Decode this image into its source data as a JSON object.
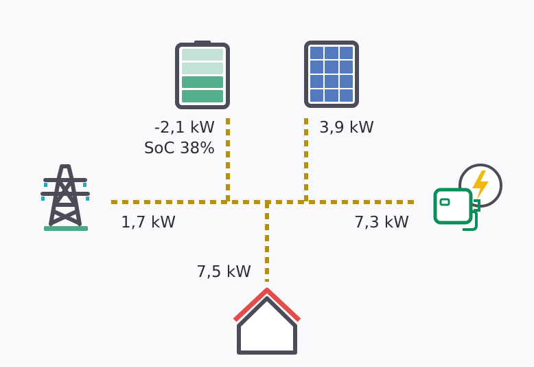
{
  "battery": {
    "power": "-2,1 kW",
    "soc": "SoC 38%",
    "soc_level": 0.38,
    "icon": "battery-icon"
  },
  "solar": {
    "power": "3,9 kW",
    "icon": "solar-panel-icon"
  },
  "grid": {
    "power": "1,7 kW",
    "icon": "power-tower-icon"
  },
  "ev_charger": {
    "power": "7,3 kW",
    "icon": "ev-charger-icon"
  },
  "home": {
    "power": "7,5 kW",
    "icon": "house-icon"
  },
  "colors": {
    "flow_line": "#b8900f",
    "icon_stroke": "#4b4c57",
    "battery_full": "#54b08c",
    "battery_empty": "#c3e2d6",
    "solar_cell": "#5479bf",
    "charger_green": "#0b8e59",
    "bolt": "#f0b90b",
    "roof": "#e44b4b",
    "grid_base": "#4aa98a",
    "grid_insulator": "#27a9b5"
  }
}
